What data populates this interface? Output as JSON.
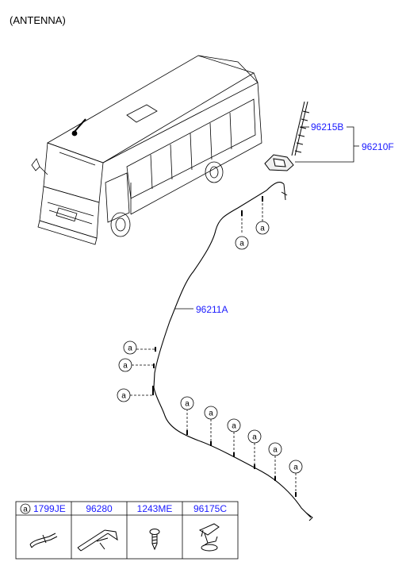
{
  "title": "(ANTENNA)",
  "labels": {
    "antenna_rod": "96215B",
    "antenna_assy": "96210F",
    "cable": "96211A"
  },
  "callout_letter": "a",
  "legend": [
    {
      "code": "1799JE",
      "marker": "a"
    },
    {
      "code": "96280",
      "marker": ""
    },
    {
      "code": "1243ME",
      "marker": ""
    },
    {
      "code": "96175C",
      "marker": ""
    }
  ],
  "colors": {
    "label": "#1a1aff",
    "line": "#000000"
  }
}
